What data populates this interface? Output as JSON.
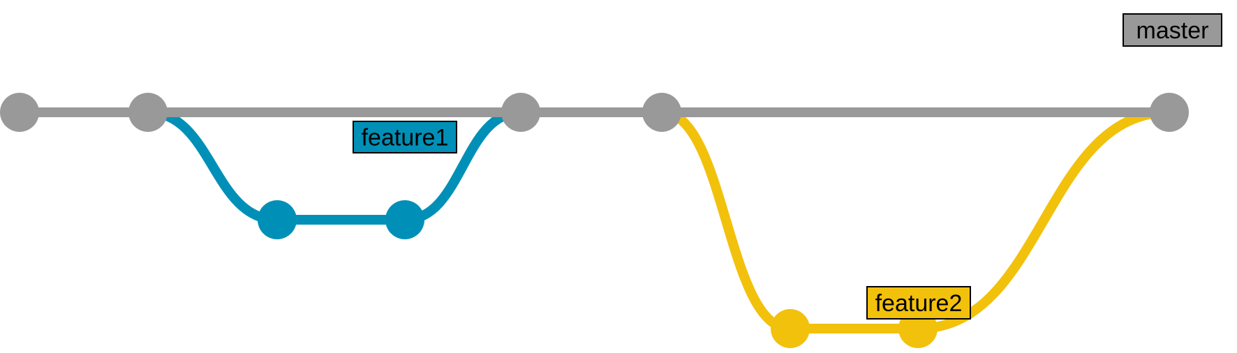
{
  "branches": [
    {
      "name": "master",
      "color": "#999999",
      "commits": 5
    },
    {
      "name": "feature1",
      "color": "#0090b7",
      "commits": 2,
      "from_commit": 2,
      "merge_commit": 3
    },
    {
      "name": "feature2",
      "color": "#f2c10c",
      "commits": 2,
      "from_commit": 4,
      "merge_commit": 5
    }
  ]
}
